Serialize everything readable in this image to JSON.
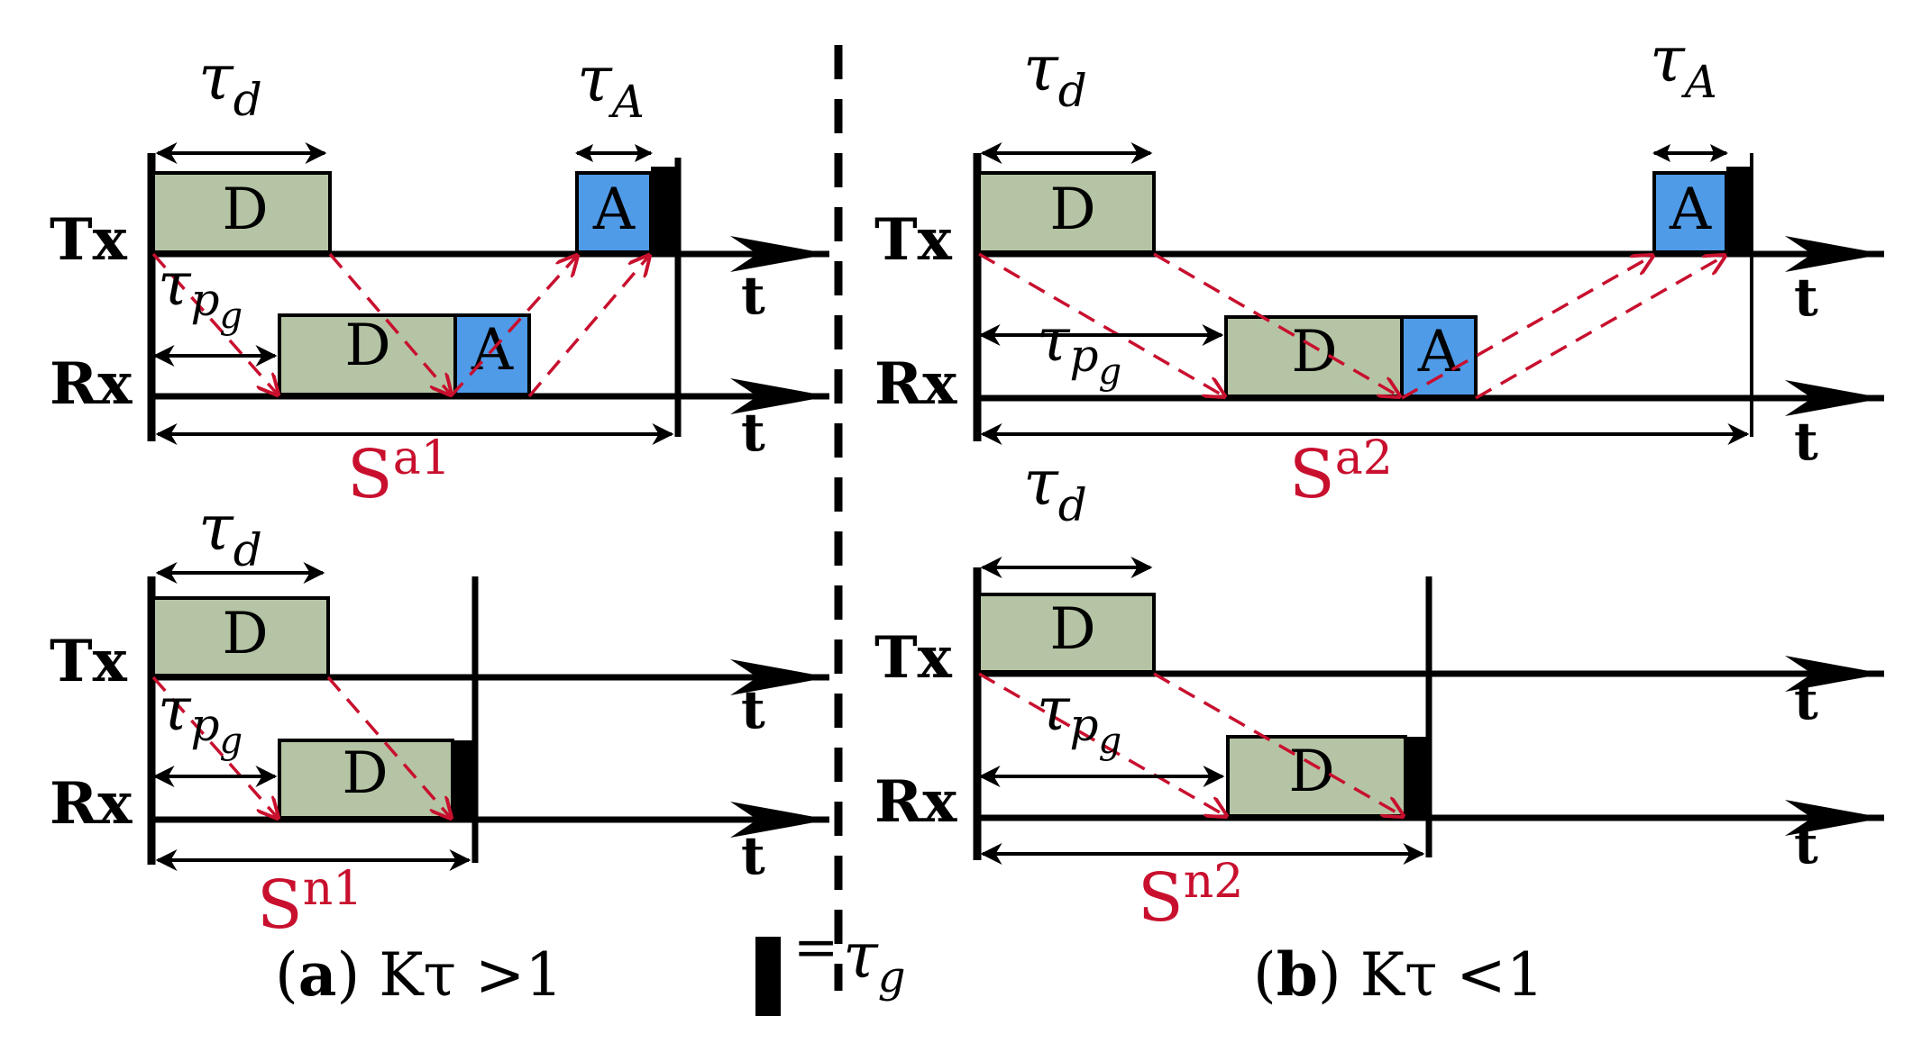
{
  "labels": {
    "tx": "Tx",
    "rx": "Rx",
    "t": "t",
    "data_block": "D",
    "ack_block": "A",
    "tau": "τ",
    "sub_d": "d",
    "sub_A": "A",
    "sub_p": "p",
    "sub_g": "g",
    "S": "S",
    "s_a1": "a1",
    "s_a2": "a2",
    "s_n1": "n1",
    "s_n2": "n2",
    "caption_a_letter": "a",
    "caption_a_rest": " Kτ  >1",
    "caption_b_letter": "b",
    "caption_b_rest": " Kτ  <1",
    "paren_open": "(",
    "paren_close": ")",
    "legend_eq": "="
  },
  "colors": {
    "data": "#b5c4a4",
    "ack": "#4f9be8",
    "arrow_red": "#c8102e",
    "line": "#000000"
  }
}
